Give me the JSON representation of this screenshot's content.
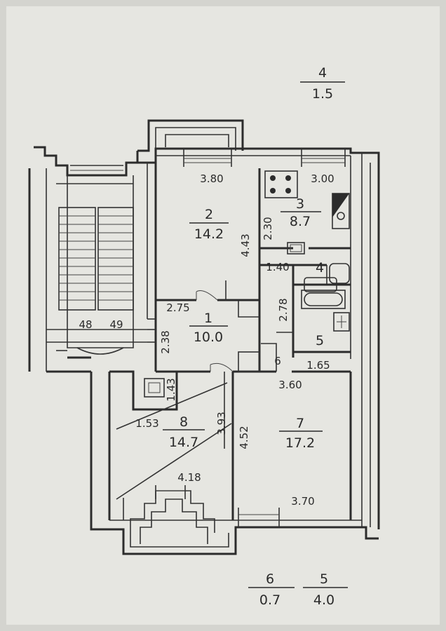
{
  "rooms": [
    {
      "number": "1",
      "area": "10.0"
    },
    {
      "number": "2",
      "area": "14.2"
    },
    {
      "number": "3",
      "area": "8.7"
    },
    {
      "number": "4",
      "area": ""
    },
    {
      "number": "5",
      "area": ""
    },
    {
      "number": "6",
      "area": ""
    },
    {
      "number": "7",
      "area": "17.2"
    },
    {
      "number": "8",
      "area": "14.7"
    }
  ],
  "other_areas": [
    {
      "number": "4",
      "area": "1.5"
    },
    {
      "number": "6",
      "area": "0.7"
    },
    {
      "number": "5",
      "area": "4.0"
    }
  ],
  "dimensions": {
    "room2_width": "3.80",
    "room2_depth": "4.43",
    "room3_width": "3.00",
    "room3_depth": "2.30",
    "bath_width": "1.40",
    "wc_depth": "2.78",
    "hall_width": "2.75",
    "hall_depth": "2.38",
    "wc_width": "1.65",
    "room7_width_top": "3.60",
    "room7_depth": "4.52",
    "room7_width_bottom": "3.70",
    "room8_width_left": "1.53",
    "room8_depth": "3.93",
    "room8_niche": "1.43",
    "room8_width_bottom": "4.18",
    "stair_left": "48",
    "stair_right": "49"
  }
}
